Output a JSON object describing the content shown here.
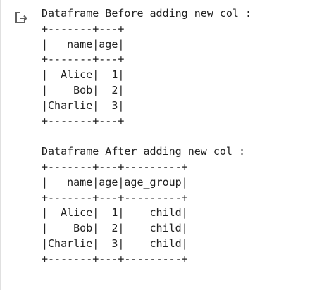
{
  "output": {
    "icon": "output-redirect-icon",
    "lines": [
      "Dataframe Before adding new col :",
      "+-------+---+",
      "|   name|age|",
      "+-------+---+",
      "|  Alice|  1|",
      "|    Bob|  2|",
      "|Charlie|  3|",
      "+-------+---+",
      "",
      "Dataframe After adding new col :",
      "+-------+---+---------+",
      "|   name|age|age_group|",
      "+-------+---+---------+",
      "|  Alice|  1|    child|",
      "|    Bob|  2|    child|",
      "|Charlie|  3|    child|",
      "+-------+---+---------+"
    ]
  }
}
